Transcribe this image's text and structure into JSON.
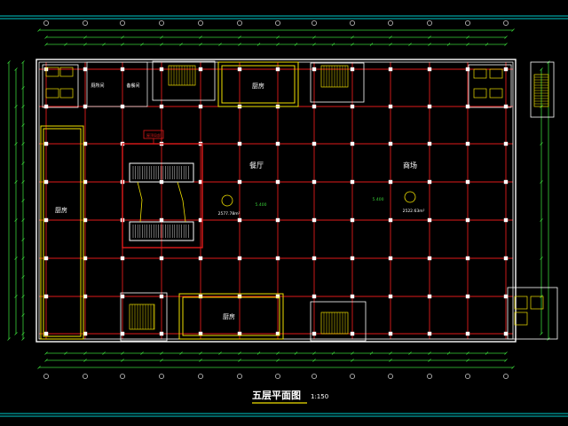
{
  "drawing": {
    "title": "五层平面图",
    "scale": "1:150",
    "rooms": {
      "restaurant": "餐厅",
      "shop": "商场",
      "kitchen_top": "厨房",
      "kitchen_left": "厨房",
      "kitchen_bottom": "厨房",
      "room_a": "厕所间",
      "room_b": "备餐间"
    },
    "area_restaurant": "2577.78m²",
    "area_shop": "2522.63m²",
    "tag_restaurant": "5.400",
    "tag_shop": "5.400",
    "red_tag": "屋顶局部"
  },
  "colors": {
    "background": "#000000",
    "frame_cyan": "#00c8c8",
    "axis_red": "#e01a1a",
    "dimension_green": "#38d038",
    "wall_white": "#ffffff",
    "accent_yellow": "#f0e000"
  }
}
